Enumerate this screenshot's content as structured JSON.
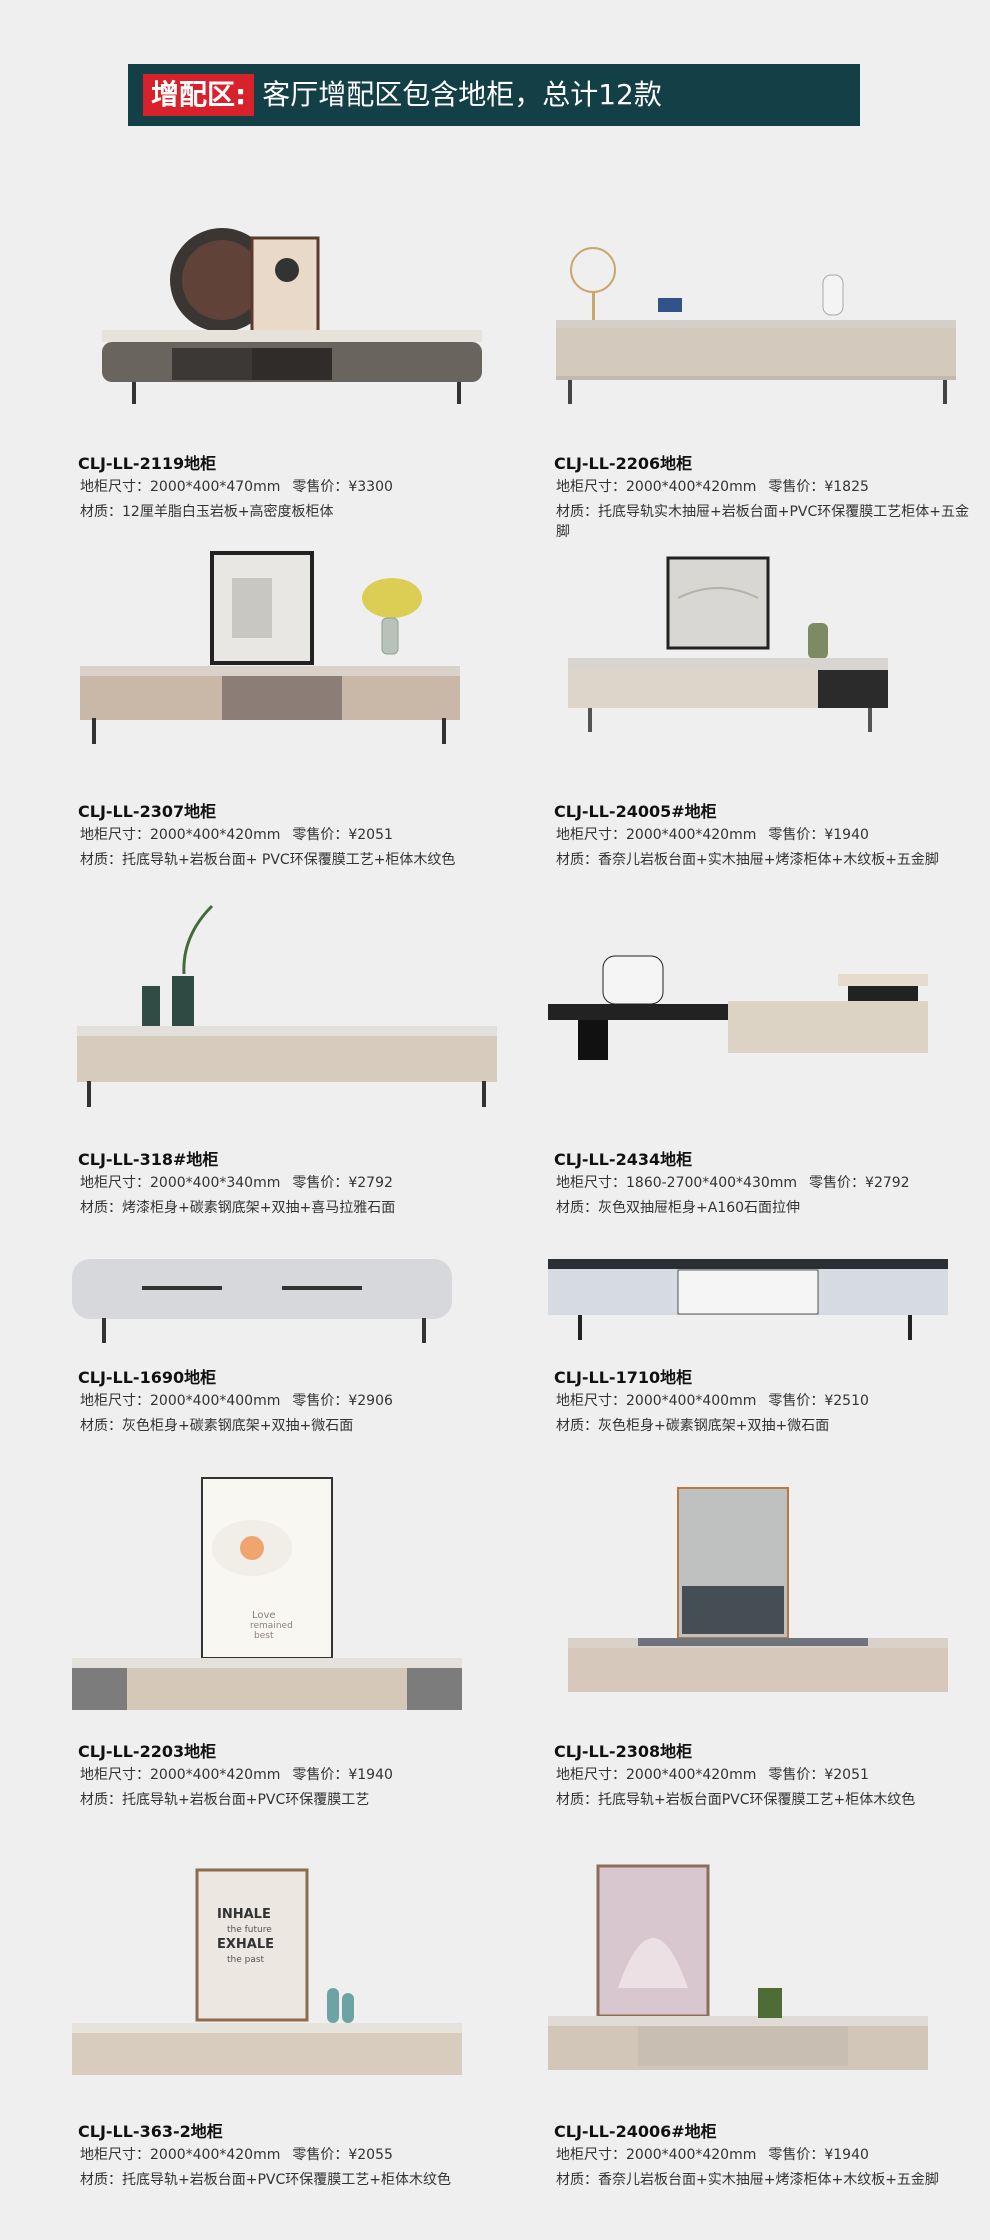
{
  "banner": {
    "tag": "增配区:",
    "title": "客厅增配区包含地柜，总计12款"
  },
  "labels": {
    "size": "地柜尺寸：",
    "price": "零售价：",
    "material": "材质："
  },
  "products": [
    {
      "model": "CLJ-LL-2119地柜",
      "size": "2000*400*470mm",
      "price": "¥3300",
      "material": "12厘羊脂白玉岩板+高密度板柜体"
    },
    {
      "model": "CLJ-LL-2206地柜",
      "size": "2000*400*420mm",
      "price": "¥1825",
      "material": "托底导轨实木抽屉+岩板台面+PVC环保覆膜工艺柜体+五金脚"
    },
    {
      "model": "CLJ-LL-2307地柜",
      "size": "2000*400*420mm",
      "price": "¥2051",
      "material": "托底导轨+岩板台面+ PVC环保覆膜工艺+柜体木纹色"
    },
    {
      "model": "CLJ-LL-24005#地柜",
      "size": "2000*400*420mm",
      "price": "¥1940",
      "material": "香奈儿岩板台面+实木抽屉+烤漆柜体+木纹板+五金脚"
    },
    {
      "model": "CLJ-LL-318#地柜",
      "size": "2000*400*340mm",
      "price": "¥2792",
      "material": "烤漆柜身+碳素钢底架+双抽+喜马拉雅石面"
    },
    {
      "model": "CLJ-LL-2434地柜",
      "size": "1860-2700*400*430mm",
      "price": "¥2792",
      "material": "灰色双抽屉柜身+A160石面拉伸"
    },
    {
      "model": "CLJ-LL-1690地柜",
      "size": "2000*400*400mm",
      "price": "¥2906",
      "material": "灰色柜身+碳素钢底架+双抽+微石面"
    },
    {
      "model": "CLJ-LL-1710地柜",
      "size": "2000*400*400mm",
      "price": "¥2510",
      "material": "灰色柜身+碳素钢底架+双抽+微石面"
    },
    {
      "model": "CLJ-LL-2203地柜",
      "size": "2000*400*420mm",
      "price": "¥1940",
      "material": "托底导轨+岩板台面+PVC环保覆膜工艺"
    },
    {
      "model": "CLJ-LL-2308地柜",
      "size": "2000*400*420mm",
      "price": "¥2051",
      "material": "托底导轨+岩板台面PVC环保覆膜工艺+柜体木纹色"
    },
    {
      "model": "CLJ-LL-363-2地柜",
      "size": "2000*400*420mm",
      "price": "¥2055",
      "material": "托底导轨+岩板台面+PVC环保覆膜工艺+柜体木纹色"
    },
    {
      "model": "CLJ-LL-24006#地柜",
      "size": "2000*400*420mm",
      "price": "¥1940",
      "material": "香奈儿岩板台面+实木抽屉+烤漆柜体+木纹板+五金脚"
    }
  ],
  "art_text": {
    "poster_line1": "INHALE",
    "poster_line2": "the future",
    "poster_line3": "EXHALE",
    "poster_line4": "the past",
    "flower_line1": "Love",
    "flower_line2": "remained",
    "flower_line3": "best"
  },
  "colors": {
    "banner_bg": "#133f47",
    "tag_bg": "#d7222b"
  }
}
